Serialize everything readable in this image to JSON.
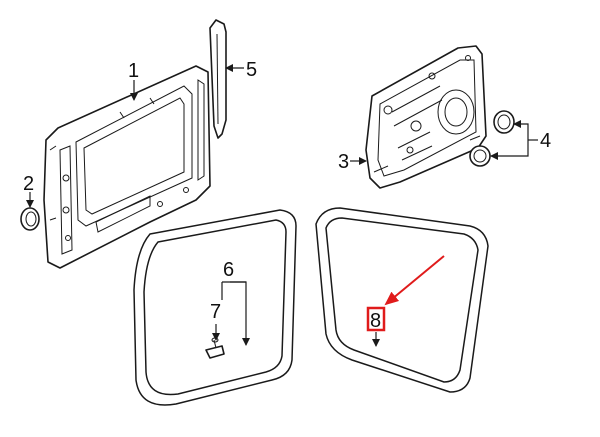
{
  "callouts": {
    "c1": "1",
    "c2": "2",
    "c3": "3",
    "c4": "4",
    "c5": "5",
    "c6": "6",
    "c7": "7",
    "c8": "8"
  },
  "colors": {
    "line": "#1a1a1a",
    "highlight": "#e01b1b",
    "background": "#ffffff"
  },
  "highlighted_part": "8"
}
